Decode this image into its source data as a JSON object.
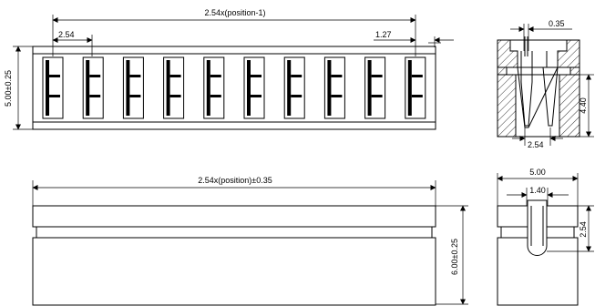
{
  "labels": {
    "top_total": "2.54x(position-1)",
    "top_pitch": "2.54",
    "top_half_pitch": "1.27",
    "top_height": "5.00±0.25",
    "side_width": "0.35",
    "side_height": "4.40",
    "side_pitch": "2.54",
    "front_total": "2.54x(position)±0.35",
    "front_height": "6.00±0.25",
    "end_width": "5.00",
    "end_inner": "1.40",
    "end_pitch": "2.54"
  },
  "pin_count": 10
}
